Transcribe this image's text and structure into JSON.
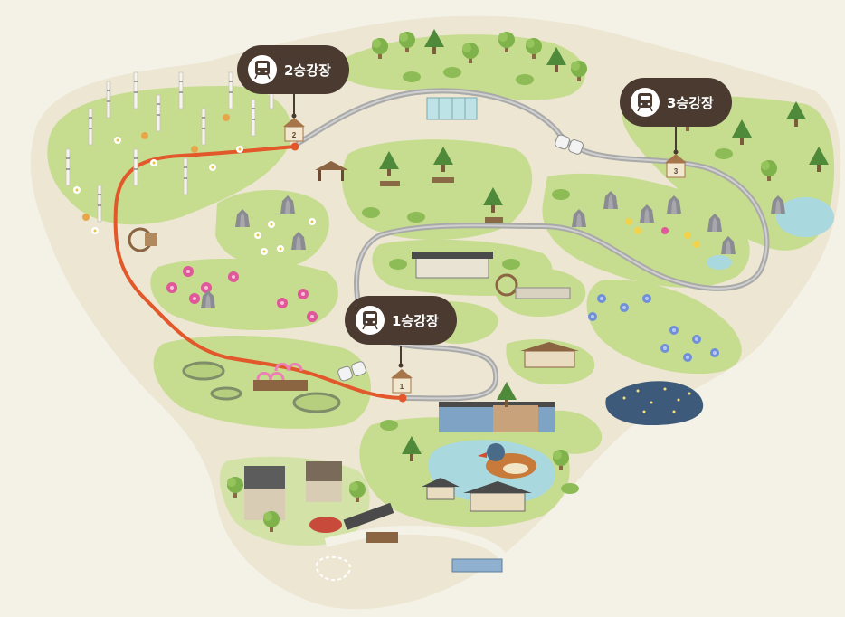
{
  "stations": [
    {
      "id": "station-1",
      "label": "1승강장",
      "number": "1"
    },
    {
      "id": "station-2",
      "label": "2승강장",
      "number": "2"
    },
    {
      "id": "station-3",
      "label": "3승강장",
      "number": "3"
    }
  ],
  "icons": {
    "station_pin": "train-icon",
    "tram": "tram-icon"
  },
  "colors": {
    "background": "#f4f1e6",
    "land": "#ece6d2",
    "grass": "#c6dc8f",
    "grass_dark": "#a9c96f",
    "rail": "#a9a9a9",
    "route": "#e2582b",
    "pin": "#4a3a30",
    "water": "#a9d8df"
  }
}
